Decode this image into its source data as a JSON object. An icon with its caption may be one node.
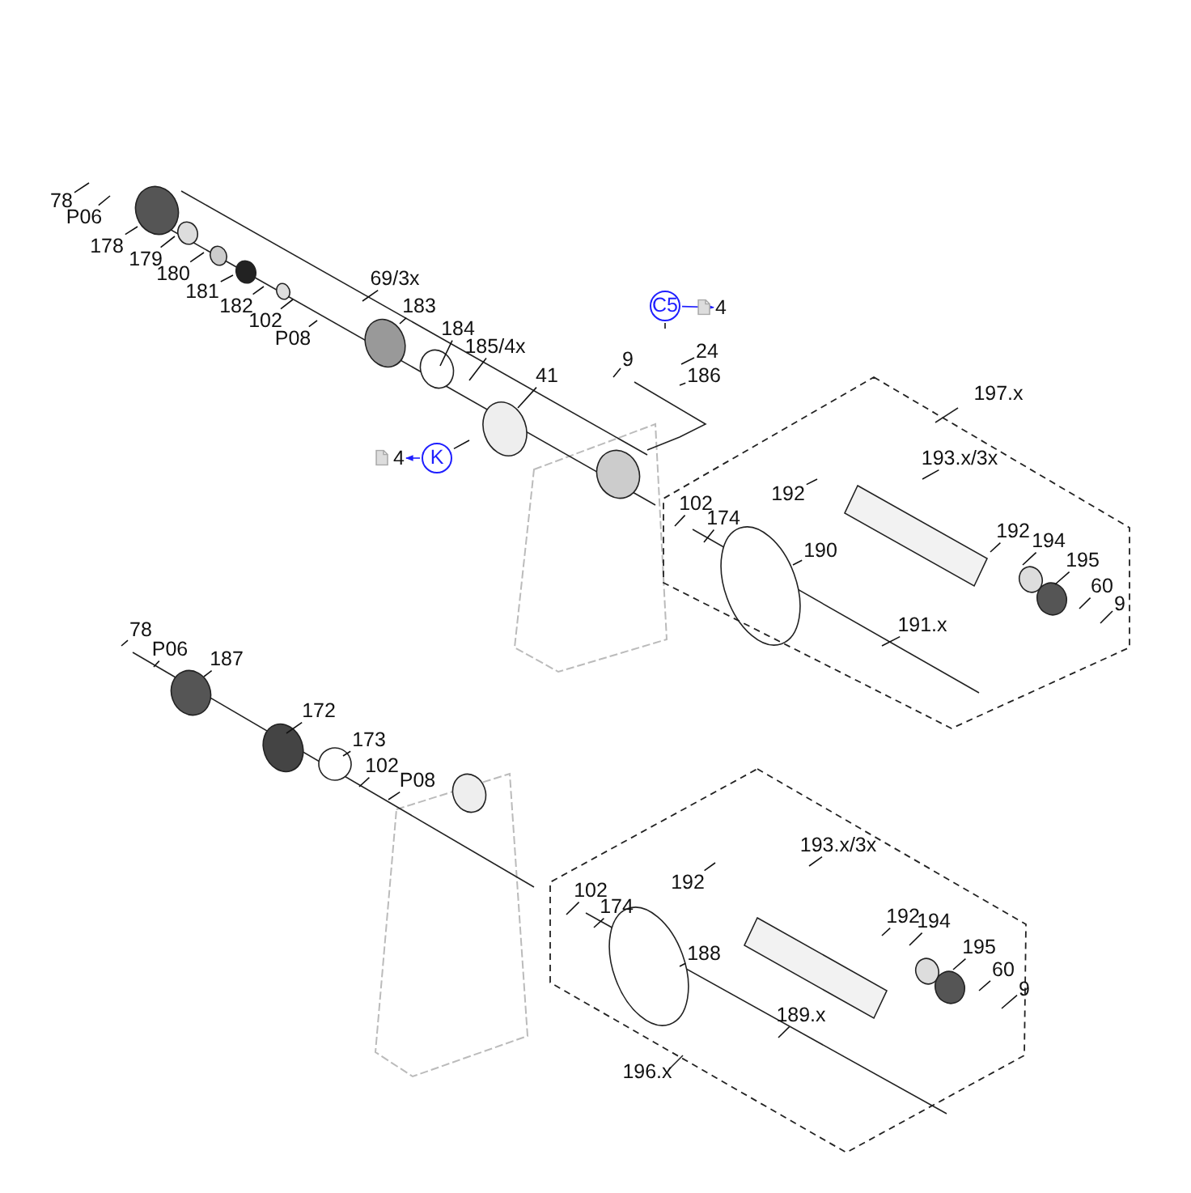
{
  "diagram": {
    "nodes": [
      {
        "text": [
          "78"
        ]
      },
      {
        "text": [
          "P06"
        ]
      },
      {
        "text": [
          "178"
        ]
      },
      {
        "text": [
          "179"
        ]
      },
      {
        "text": [
          "180"
        ]
      },
      {
        "text": [
          "181"
        ]
      },
      {
        "text": [
          "182"
        ]
      },
      {
        "text": [
          "102"
        ]
      },
      {
        "text": [
          "P08"
        ]
      },
      {
        "text": [
          "69/3x"
        ]
      },
      {
        "text": [
          "183"
        ]
      },
      {
        "text": [
          "184"
        ]
      },
      {
        "text": [
          "185/4x"
        ]
      },
      {
        "text": [
          "41"
        ]
      },
      {
        "text": [
          "K"
        ]
      },
      {
        "text": [
          "4"
        ]
      },
      {
        "text": [
          "C5"
        ]
      },
      {
        "text": [
          "4"
        ]
      },
      {
        "text": [
          "9"
        ]
      },
      {
        "text": [
          "24"
        ]
      },
      {
        "text": [
          "186"
        ]
      },
      {
        "text": [
          "197.x"
        ]
      },
      {
        "text": [
          "102"
        ],
        "in": 21
      },
      {
        "text": [
          "174"
        ],
        "in": 21
      },
      {
        "text": [
          "190"
        ],
        "in": 21
      },
      {
        "text": [
          "191.x"
        ],
        "in": 21
      },
      {
        "text": [
          "192"
        ],
        "in": 21
      },
      {
        "text": [
          "193.x/3x"
        ],
        "in": 21
      },
      {
        "text": [
          "192"
        ],
        "in": 21
      },
      {
        "text": [
          "194"
        ],
        "in": 21
      },
      {
        "text": [
          "195"
        ],
        "in": 21
      },
      {
        "text": [
          "60"
        ],
        "in": 21
      },
      {
        "text": [
          "9"
        ],
        "in": 21
      },
      {
        "text": [
          "78"
        ]
      },
      {
        "text": [
          "P06"
        ]
      },
      {
        "text": [
          "187"
        ]
      },
      {
        "text": [
          "172"
        ]
      },
      {
        "text": [
          "173"
        ]
      },
      {
        "text": [
          "102"
        ]
      },
      {
        "text": [
          "P08"
        ]
      },
      {
        "text": [
          "196.x"
        ]
      },
      {
        "text": [
          "102"
        ],
        "in": 40
      },
      {
        "text": [
          "174"
        ],
        "in": 40
      },
      {
        "text": [
          "188"
        ],
        "in": 40
      },
      {
        "text": [
          "189.x"
        ],
        "in": 40
      },
      {
        "text": [
          "192"
        ],
        "in": 40
      },
      {
        "text": [
          "193.x/3x"
        ],
        "in": 40
      },
      {
        "text": [
          "192"
        ],
        "in": 40
      },
      {
        "text": [
          "194"
        ],
        "in": 40
      },
      {
        "text": [
          "195"
        ],
        "in": 40
      },
      {
        "text": [
          "60"
        ],
        "in": 40
      },
      {
        "text": [
          "9"
        ],
        "in": 40
      }
    ],
    "edges": [
      {
        "from": 0,
        "to": null,
        "arrow": "none"
      },
      {
        "from": 1,
        "to": null,
        "arrow": "none"
      },
      {
        "from": 2,
        "to": null,
        "arrow": "none"
      },
      {
        "from": 3,
        "to": null,
        "arrow": "none"
      },
      {
        "from": 4,
        "to": null,
        "arrow": "none"
      },
      {
        "from": 5,
        "to": null,
        "arrow": "none"
      },
      {
        "from": 6,
        "to": null,
        "arrow": "none"
      },
      {
        "from": 7,
        "to": null,
        "arrow": "none"
      },
      {
        "from": 8,
        "to": null,
        "arrow": "none"
      },
      {
        "from": 9,
        "to": null,
        "arrow": "none"
      },
      {
        "from": 10,
        "to": null,
        "arrow": "none"
      },
      {
        "from": 11,
        "to": null,
        "arrow": "none"
      },
      {
        "from": 12,
        "to": null,
        "arrow": "none"
      },
      {
        "from": 13,
        "to": null,
        "arrow": "none"
      },
      {
        "from": 14,
        "to": null,
        "arrow": "none"
      },
      {
        "from": 14,
        "to": 15,
        "arrow": "to",
        "color": "#1f1fff"
      },
      {
        "from": 16,
        "to": 17,
        "arrow": "to",
        "color": "#1f1fff"
      },
      {
        "from": 16,
        "to": null,
        "arrow": "none"
      },
      {
        "from": 18,
        "to": null,
        "arrow": "none"
      },
      {
        "from": 19,
        "to": null,
        "arrow": "none"
      },
      {
        "from": 20,
        "to": null,
        "arrow": "none"
      },
      {
        "from": 22,
        "to": null,
        "arrow": "none"
      },
      {
        "from": 23,
        "to": null,
        "arrow": "none"
      },
      {
        "from": 24,
        "to": null,
        "arrow": "none"
      },
      {
        "from": 25,
        "to": null,
        "arrow": "none"
      },
      {
        "from": 26,
        "to": null,
        "arrow": "none"
      },
      {
        "from": 27,
        "to": null,
        "arrow": "none"
      },
      {
        "from": 28,
        "to": null,
        "arrow": "none"
      },
      {
        "from": 29,
        "to": null,
        "arrow": "none"
      },
      {
        "from": 30,
        "to": null,
        "arrow": "none"
      },
      {
        "from": 31,
        "to": null,
        "arrow": "none"
      },
      {
        "from": 32,
        "to": null,
        "arrow": "none"
      },
      {
        "from": 33,
        "to": null,
        "arrow": "none"
      },
      {
        "from": 34,
        "to": null,
        "arrow": "none"
      },
      {
        "from": 35,
        "to": null,
        "arrow": "none"
      },
      {
        "from": 36,
        "to": null,
        "arrow": "none"
      },
      {
        "from": 37,
        "to": null,
        "arrow": "none"
      },
      {
        "from": 38,
        "to": null,
        "arrow": "none"
      },
      {
        "from": 39,
        "to": null,
        "arrow": "none"
      },
      {
        "from": 41,
        "to": null,
        "arrow": "none"
      },
      {
        "from": 42,
        "to": null,
        "arrow": "none"
      },
      {
        "from": 43,
        "to": null,
        "arrow": "none"
      },
      {
        "from": 44,
        "to": null,
        "arrow": "none"
      },
      {
        "from": 45,
        "to": null,
        "arrow": "none"
      },
      {
        "from": 46,
        "to": null,
        "arrow": "none"
      },
      {
        "from": 47,
        "to": null,
        "arrow": "none"
      },
      {
        "from": 48,
        "to": null,
        "arrow": "none"
      },
      {
        "from": 49,
        "to": null,
        "arrow": "none"
      },
      {
        "from": 50,
        "to": null,
        "arrow": "none"
      },
      {
        "from": 51,
        "to": null,
        "arrow": "none"
      }
    ]
  }
}
